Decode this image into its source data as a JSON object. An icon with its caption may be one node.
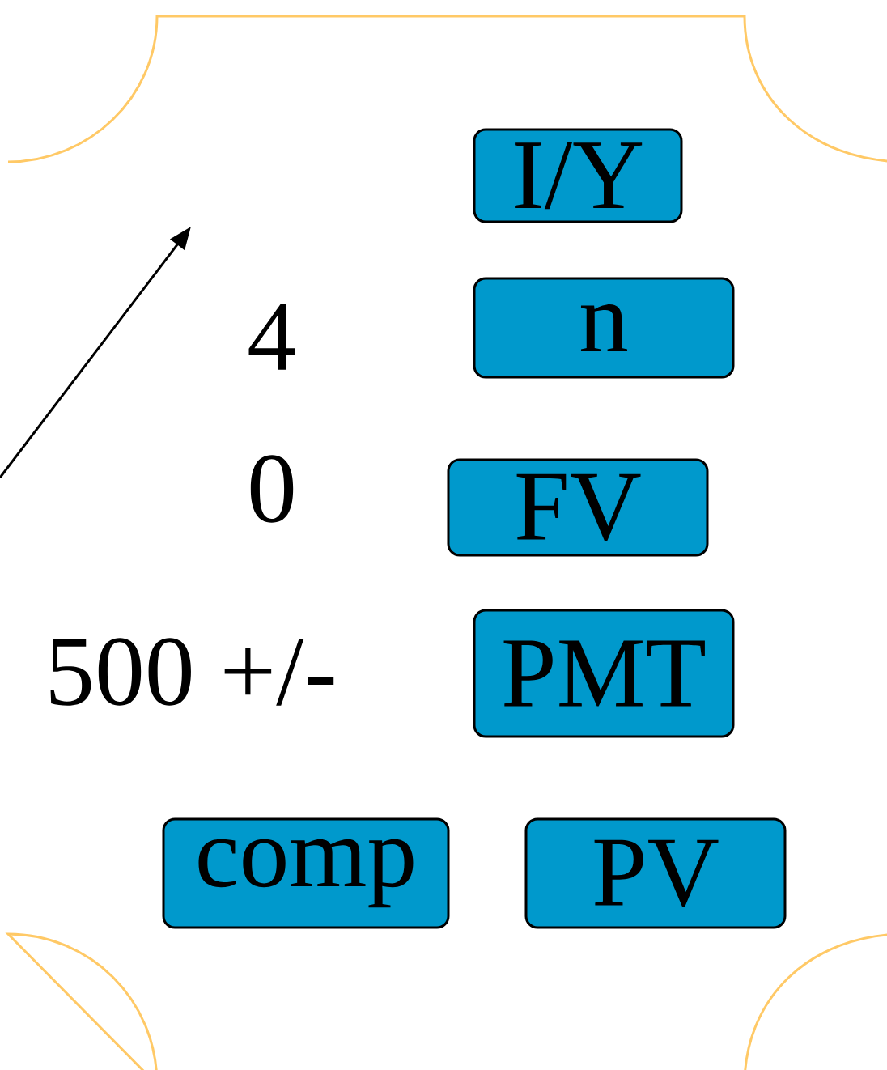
{
  "diagram": {
    "nodes": [
      {
        "text": [
          "I/Y"
        ]
      },
      {
        "text": [
          "n"
        ]
      },
      {
        "text": [
          "FV"
        ]
      },
      {
        "text": [
          "PMT"
        ]
      },
      {
        "text": [
          "comp"
        ]
      },
      {
        "text": [
          "PV"
        ]
      }
    ],
    "labels": [
      "4",
      "0",
      "500 +/-"
    ]
  }
}
